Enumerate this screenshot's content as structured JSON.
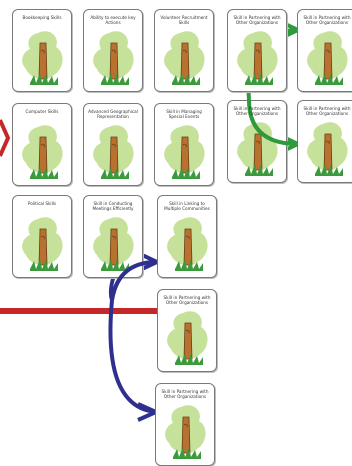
{
  "colors": {
    "leaf": "#c6e19a",
    "trunk": "#b8712f",
    "trunk_dark": "#6b3e17",
    "grass": "#3a9a3c",
    "card_border": "#7a7a7a",
    "arrow_red": "#c62828",
    "arrow_blue": "#2e2f8f",
    "arrow_green": "#2e9a3c"
  },
  "cards": [
    {
      "label": "Bookkeeping Skills"
    },
    {
      "label": "Ability to execute key Actions"
    },
    {
      "label": "Volunteer Recruitment Skills"
    },
    {
      "label": "Skill in Partnering with Other Organizations"
    },
    {
      "label": "Skill in Partnering with Other Organizations"
    },
    {
      "label": "Computer Skills"
    },
    {
      "label": "Advanced Geographical Representation"
    },
    {
      "label": "Skill in Managing Special Events"
    },
    {
      "label": "Skill in Partnering with Other Organizations"
    },
    {
      "label": "Skill in Partnering with Other Organizations"
    },
    {
      "label": "Political Skills"
    },
    {
      "label": "Skill in Conducting Meetings Efficiently"
    },
    {
      "label": "Skill in Linking to Multiple Communities"
    },
    {
      "label": "Skill in Partnering with Other Organizations"
    },
    {
      "label": "Skill in Partnering with Other Organizations"
    }
  ]
}
